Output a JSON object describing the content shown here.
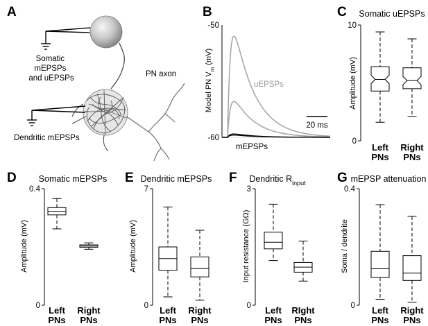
{
  "panels": {
    "a": {
      "label": "A",
      "somatic_label": [
        "Somatic",
        "mEPSPs",
        "and uEPSPs"
      ],
      "dendritic_label": "Dendritic mEPSPs",
      "axon_label": "PN axon"
    },
    "b": {
      "label": "B",
      "ylabel": "Model PN V",
      "ylabel_sub": "m",
      "ylabel_unit": " (mV)",
      "tick_top": "-50",
      "tick_bottom": "-60",
      "ueps_label": "uEPSPs",
      "meps_label": "mEPSPs",
      "scale_label": "20 ms"
    },
    "c": {
      "label": "C",
      "title": "Somatic uEPSPs",
      "ylabel": "Amplitude (mV)"
    },
    "d": {
      "label": "D",
      "title": "Somatic mEPSPs",
      "ylabel": "Amplitude (mV)"
    },
    "e": {
      "label": "E",
      "title": "Dendritic mEPSPs",
      "ylabel": "Amplitude (mV)"
    },
    "f": {
      "label": "F",
      "title": "Dendritic R",
      "title_sub": "input",
      "ylabel": "Input resistance (GΩ)"
    },
    "g": {
      "label": "G",
      "title": "mEPSP attenuation",
      "ylabel": "Soma / dendrite"
    }
  },
  "chart_data": [
    {
      "id": "b",
      "type": "line",
      "ylim": [
        -60,
        -50
      ],
      "series": [
        {
          "color": "#a8a8a8",
          "peak": -51.0
        },
        {
          "color": "#a8a8a8",
          "peak": -56.8
        },
        {
          "color": "#000000",
          "peak": -59.7
        },
        {
          "color": "#000000",
          "peak": -59.8
        }
      ]
    },
    {
      "id": "c",
      "type": "box",
      "notched": true,
      "ylim": [
        0,
        10
      ],
      "yticks": [
        "0",
        "10"
      ],
      "categories": [
        [
          "Left",
          "PNs"
        ],
        [
          "Right",
          "PNs"
        ]
      ],
      "boxes": [
        {
          "whisker_low": 1.6,
          "q1": 4.3,
          "median": 5.3,
          "q3": 6.4,
          "whisker_high": 9.4
        },
        {
          "whisker_low": 2.1,
          "q1": 4.5,
          "median": 5.2,
          "q3": 6.3,
          "whisker_high": 8.8
        }
      ]
    },
    {
      "id": "d",
      "type": "box",
      "ylim": [
        0,
        0.4
      ],
      "yticks": [
        "0",
        "0.4"
      ],
      "categories": [
        [
          "Left",
          "PNs"
        ],
        [
          "Right",
          "PNs"
        ]
      ],
      "boxes": [
        {
          "whisker_low": 0.262,
          "q1": 0.31,
          "median": 0.322,
          "q3": 0.335,
          "whisker_high": 0.366
        },
        {
          "whisker_low": 0.192,
          "q1": 0.199,
          "median": 0.203,
          "q3": 0.207,
          "whisker_high": 0.214
        }
      ]
    },
    {
      "id": "e",
      "type": "box",
      "ylim": [
        0,
        7
      ],
      "yticks": [
        "0",
        "7"
      ],
      "categories": [
        [
          "Left",
          "PNs"
        ],
        [
          "Right",
          "PNs"
        ]
      ],
      "boxes": [
        {
          "whisker_low": 0.5,
          "q1": 2.1,
          "median": 2.8,
          "q3": 3.5,
          "whisker_high": 5.9
        },
        {
          "whisker_low": 0.3,
          "q1": 1.7,
          "median": 2.2,
          "q3": 2.9,
          "whisker_high": 4.5
        }
      ]
    },
    {
      "id": "f",
      "type": "box",
      "ylim": [
        0,
        3
      ],
      "yticks": [
        "0",
        "3"
      ],
      "categories": [
        [
          "Left",
          "PNs"
        ],
        [
          "RIght",
          "PNs"
        ]
      ],
      "boxes": [
        {
          "whisker_low": 1.15,
          "q1": 1.45,
          "median": 1.62,
          "q3": 1.88,
          "whisker_high": 2.6
        },
        {
          "whisker_low": 0.62,
          "q1": 0.85,
          "median": 0.98,
          "q3": 1.1,
          "whisker_high": 1.65
        }
      ]
    },
    {
      "id": "g",
      "type": "box",
      "ylim": [
        0,
        0.4
      ],
      "yticks": [
        "0",
        "0.4"
      ],
      "categories": [
        [
          "Left",
          "PNs"
        ],
        [
          "Right",
          "PNs"
        ]
      ],
      "boxes": [
        {
          "whisker_low": 0.02,
          "q1": 0.095,
          "median": 0.125,
          "q3": 0.185,
          "whisker_high": 0.345
        },
        {
          "whisker_low": 0.01,
          "q1": 0.085,
          "median": 0.11,
          "q3": 0.17,
          "whisker_high": 0.305
        }
      ]
    }
  ]
}
